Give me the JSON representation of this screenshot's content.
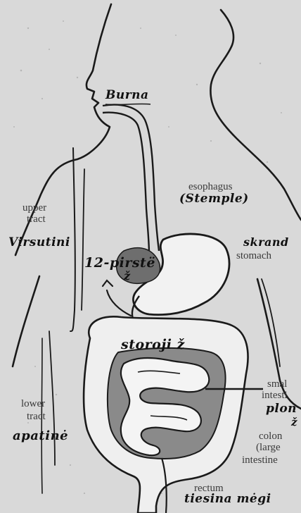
{
  "labels": {
    "mouth_hand": "Burna",
    "esophagus": "esophagus",
    "esophagus_hand": "(Stemple)",
    "upper_tract": "upper",
    "upper_tract2": "tract",
    "upper_hand": "Virsutini",
    "duodenum_hand": "12-pirstë",
    "duodenum_hand2": "ž",
    "stomach_hand": "skrand",
    "stomach": "stomach",
    "colon_hand": "storoji ž",
    "lower_tract": "lower",
    "lower_tract2": "tract",
    "lower_hand": "apatinė",
    "small_int": "smal",
    "small_int2": "intesti",
    "small_int_hand": "plon",
    "small_int_hand2": "ž",
    "colon": "colon",
    "large": "(large",
    "intestine": "intestine",
    "rectum": "rectum",
    "rectum_hand": "tiesina mėgi"
  },
  "colors": {
    "paper": "#d9d9d9",
    "ink": "#1a1a1a",
    "organ_fill": "#f2f2f2",
    "shadow": "#7a7a7a"
  }
}
